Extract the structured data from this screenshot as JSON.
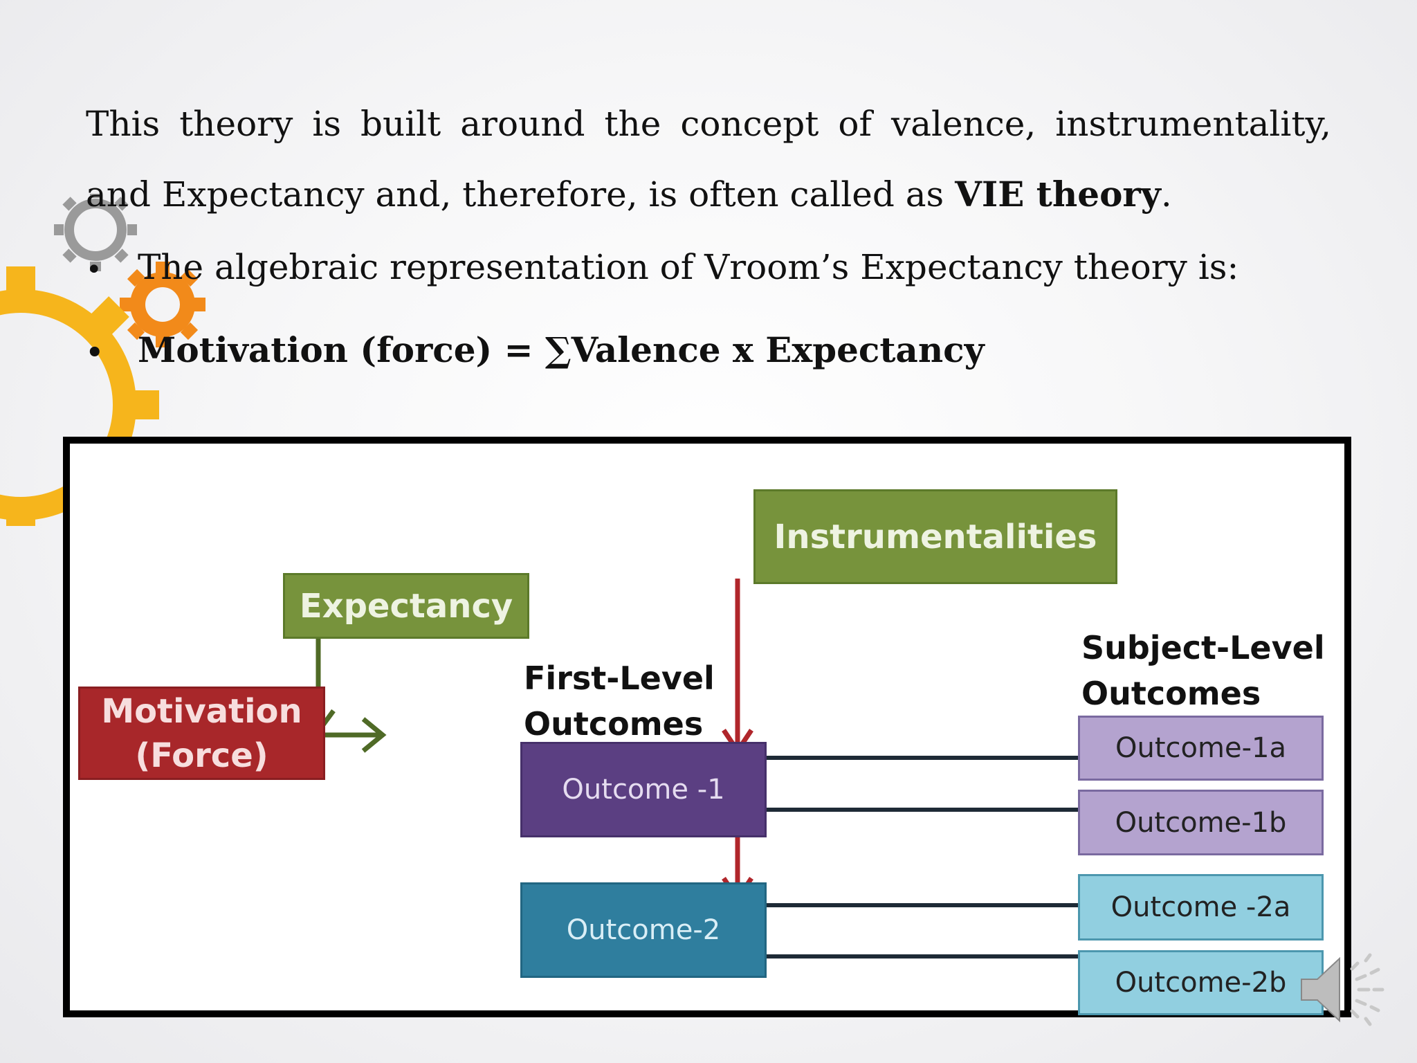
{
  "slide": {
    "paragraph": {
      "text_before": "This theory is built around the concept of valence, instrumentality, and Expectancy and, therefore, is often called as ",
      "bold": "VIE theory",
      "text_after": "."
    },
    "bullets": [
      {
        "marker": "•",
        "text": "The algebraic representation of Vroom’s Expectancy theory is:"
      },
      {
        "marker": "•",
        "text": "Motivation (force) = ∑Valence x Expectancy"
      }
    ]
  },
  "diagram": {
    "expectancy": "Expectancy",
    "instrumentalities": "Instrumentalities",
    "motivation_line1": "Motivation",
    "motivation_line2": "(Force)",
    "first_level_heading_line1": "First-Level",
    "first_level_heading_line2": "Outcomes",
    "subject_level_heading_line1": "Subject-Level",
    "subject_level_heading_line2": "Outcomes",
    "outcome_1": "Outcome -1",
    "outcome_2": "Outcome-2",
    "outcome_1a": "Outcome-1a",
    "outcome_1b": "Outcome-1b",
    "outcome_2a": "Outcome -2a",
    "outcome_2b": "Outcome-2b"
  },
  "colors": {
    "green_box": "#77933c",
    "red_box": "#a8272a",
    "purple_box": "#5b3f82",
    "teal_box": "#2f7e9e",
    "lavender_box": "#b4a3cf",
    "light_blue_box": "#91cfe0",
    "red_arrow": "#b0262b",
    "green_arrow": "#4f6a26",
    "gear_gray": "#9a9a9a",
    "gear_orange": "#f28a1a",
    "gear_yellow": "#f6b51c"
  },
  "icons": {
    "decoration": "gears-icon",
    "audio": "speaker-icon"
  }
}
